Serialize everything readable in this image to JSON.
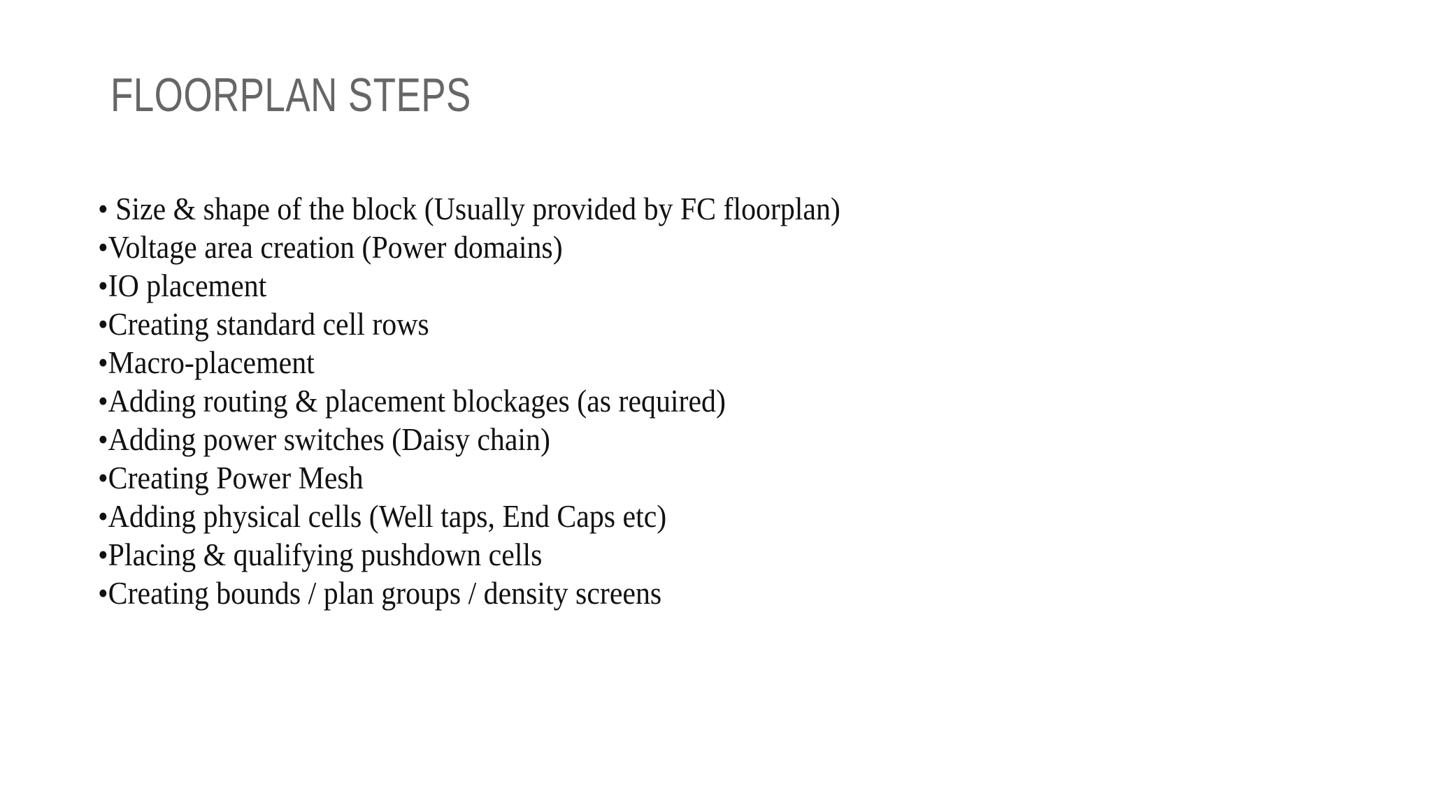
{
  "slide": {
    "title": "FLOORPLAN STEPS",
    "title_color": "#666666",
    "body_color": "#111111",
    "background_color": "#ffffff",
    "bullet_glyph": "•",
    "bullets": [
      {
        "marker": "• ",
        "text": "Size & shape of the block (Usually provided by FC floorplan)"
      },
      {
        "marker": "•",
        "text": "Voltage area creation (Power domains)"
      },
      {
        "marker": "•",
        "text": "IO placement"
      },
      {
        "marker": "•",
        "text": "Creating standard cell rows"
      },
      {
        "marker": "•",
        "text": "Macro-placement"
      },
      {
        "marker": "•",
        "text": "Adding routing & placement blockages (as required)"
      },
      {
        "marker": "•",
        "text": "Adding power switches (Daisy chain)"
      },
      {
        "marker": "•",
        "text": "Creating Power Mesh"
      },
      {
        "marker": "•",
        "text": "Adding physical cells (Well taps, End Caps etc)"
      },
      {
        "marker": "•",
        "text": "Placing & qualifying pushdown cells"
      },
      {
        "marker": "•",
        "text": "Creating bounds / plan groups / density screens"
      }
    ]
  }
}
